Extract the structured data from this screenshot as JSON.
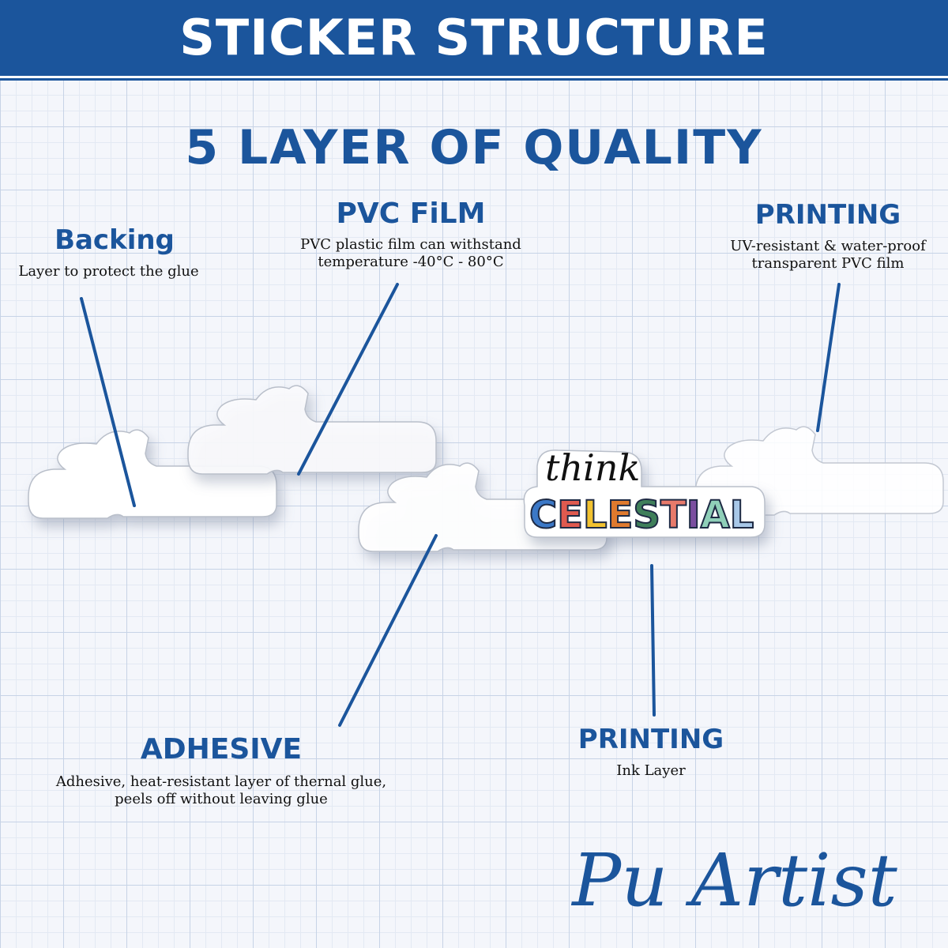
{
  "header": {
    "title": "STICKER STRUCTURE"
  },
  "subtitle": "5 LAYER OF QUALITY",
  "layers": {
    "backing": {
      "title": "Backing",
      "description": "Layer to protect the glue"
    },
    "pvc_film": {
      "title": "PVC FiLM",
      "description_line1": "PVC plastic film can withstand",
      "description_line2": "temperature -40°C - 80°C"
    },
    "printing_top": {
      "title": "PRINTING",
      "description_line1": "UV-resistant & water-proof",
      "description_line2": "transparent PVC film"
    },
    "adhesive": {
      "title": "ADHESIVE",
      "description_line1": "Adhesive, heat-resistant layer of thernal glue,",
      "description_line2": "peels off without leaving glue"
    },
    "printing_bottom": {
      "title": "PRINTING",
      "description": "Ink Layer"
    }
  },
  "sticker": {
    "script_text": "think",
    "word": "CELESTIAL",
    "letter_colors": [
      "#3b78c7",
      "#e05a4f",
      "#f2c230",
      "#e07a2e",
      "#3f7f5a",
      "#e87a6a",
      "#7b4fa0",
      "#8fcfb8",
      "#a8c8e8"
    ]
  },
  "brand": {
    "signature": "Pu Artist"
  },
  "colors": {
    "brand_blue": "#1b559c",
    "grid_line": "#c7d3e6",
    "background": "#f4f6fb"
  }
}
